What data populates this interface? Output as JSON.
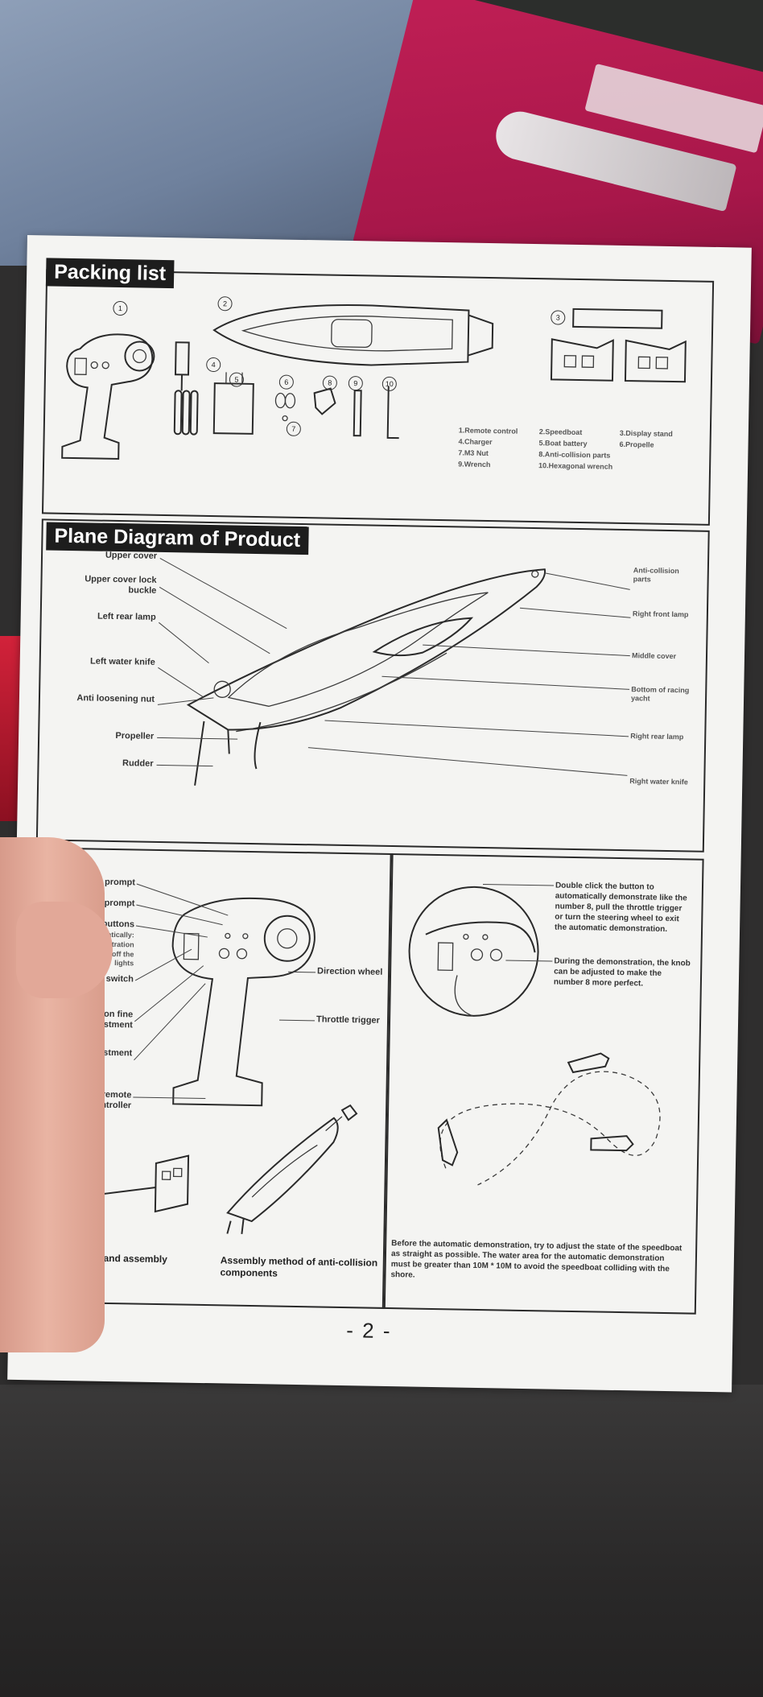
{
  "page": {
    "packing_title": "Packing list",
    "plane_title": "Plane Diagram of Product",
    "page_number": "- 2 -"
  },
  "packing_items": [
    {
      "num": "1",
      "label": "1.Remote control"
    },
    {
      "num": "2",
      "label": "2.Speedboat"
    },
    {
      "num": "3",
      "label": "3.Display stand"
    },
    {
      "num": "4",
      "label": "4.Charger"
    },
    {
      "num": "5",
      "label": "5.Boat battery"
    },
    {
      "num": "6",
      "label": "6.Propelle"
    },
    {
      "num": "7",
      "label": "7.M3 Nut"
    },
    {
      "num": "8",
      "label": "8.Anti-collision parts"
    },
    {
      "num": "9",
      "label": "9.Wrench"
    },
    {
      "num": "10",
      "label": "10.Hexagonal wrench"
    }
  ],
  "plane_left_labels": [
    "Upper cover",
    "Upper cover lock buckle",
    "Left rear lamp",
    "Left water knife",
    "Anti loosening nut",
    "Propeller",
    "Rudder"
  ],
  "plane_right_labels": [
    "Anti-collision parts",
    "Right front lamp",
    "Middle cover",
    "Bottom of racing yacht",
    "Right rear lamp",
    "Right water knife"
  ],
  "remote_labels": {
    "signal_prompt": "Signal prompt",
    "prompt": "prompt",
    "buttons": "buttons",
    "auto_note_1": "up automatically:",
    "auto_note_2": "all automatic demonstration",
    "auto_note_3": "ng press to turn on or off the lights",
    "power_switch": "Power switch",
    "direction_fine": "Direction fine adjustment",
    "speed_fine": "Speed fine adjustment",
    "power_cover": "Power cover of remote controller",
    "direction_wheel": "Direction wheel",
    "throttle_trigger": "Throttle trigger",
    "display_stand": "Display stand assembly method",
    "assembly_anti": "Assembly method of anti-collision components"
  },
  "demo": {
    "note_1": "Double click the button to automatically demonstrate like the number 8, pull the throttle trigger or turn the steering wheel to exit the automatic demonstration.",
    "note_2": "During the demonstration, the knob can be adjusted to make the number 8 more perfect.",
    "bottom_note": "Before the automatic demonstration, try to adjust the state of the speedboat as straight as possible. The water area for the automatic demonstration must be greater than 10M * 10M to avoid the speedboat colliding with the shore."
  },
  "colors": {
    "paper": "#f4f4f2",
    "title_bar": "#1d1d1d",
    "box_red": "#b81c4e"
  }
}
